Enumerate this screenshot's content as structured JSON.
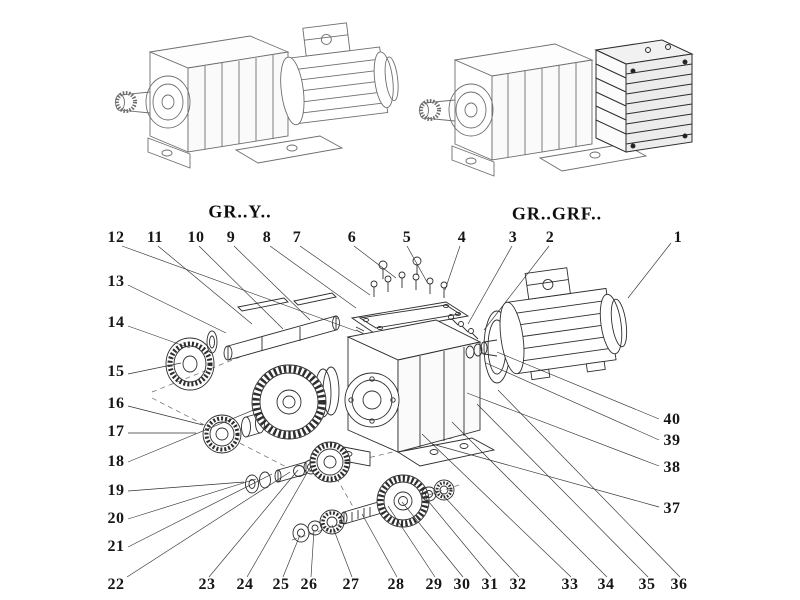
{
  "titles": {
    "left_model": "GR..Y..",
    "right_model": "GR..GRF.."
  },
  "callouts": [
    {
      "label": "1"
    },
    {
      "label": "2"
    },
    {
      "label": "3"
    },
    {
      "label": "4"
    },
    {
      "label": "5"
    },
    {
      "label": "6"
    },
    {
      "label": "7"
    },
    {
      "label": "8"
    },
    {
      "label": "9"
    },
    {
      "label": "10"
    },
    {
      "label": "11"
    },
    {
      "label": "12"
    },
    {
      "label": "13"
    },
    {
      "label": "14"
    },
    {
      "label": "15"
    },
    {
      "label": "16"
    },
    {
      "label": "17"
    },
    {
      "label": "18"
    },
    {
      "label": "19"
    },
    {
      "label": "20"
    },
    {
      "label": "21"
    },
    {
      "label": "22"
    },
    {
      "label": "23"
    },
    {
      "label": "24"
    },
    {
      "label": "25"
    },
    {
      "label": "26"
    },
    {
      "label": "27"
    },
    {
      "label": "28"
    },
    {
      "label": "29"
    },
    {
      "label": "30"
    },
    {
      "label": "31"
    },
    {
      "label": "32"
    },
    {
      "label": "33"
    },
    {
      "label": "34"
    },
    {
      "label": "35"
    },
    {
      "label": "36"
    },
    {
      "label": "37"
    },
    {
      "label": "38"
    },
    {
      "label": "39"
    },
    {
      "label": "40"
    }
  ]
}
